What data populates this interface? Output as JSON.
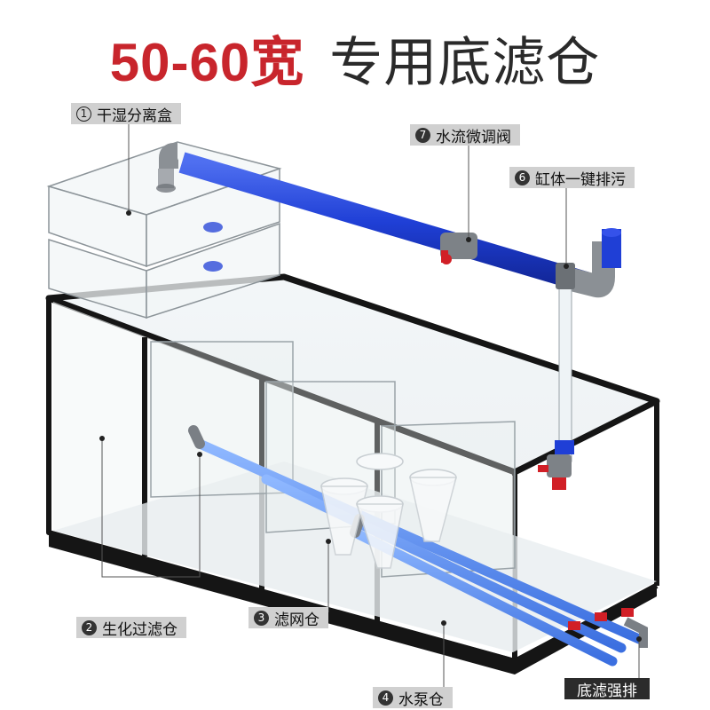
{
  "title": {
    "size": "50-60宽",
    "text": "专用底滤仓"
  },
  "labels": {
    "l1": {
      "num": "1",
      "text": "干湿分离盒"
    },
    "l2": {
      "num": "2",
      "text": "生化过滤仓"
    },
    "l3": {
      "num": "3",
      "text": "滤网仓"
    },
    "l4": {
      "num": "4",
      "text": "水泵仓"
    },
    "l6": {
      "num": "6",
      "text": "缸体一键排污"
    },
    "l7": {
      "num": "7",
      "text": "水流微调阀"
    },
    "drain": {
      "text": "底滤强排"
    }
  },
  "colors": {
    "accent": "#c8252c",
    "pipe": "#1f3fd6",
    "frame": "#151515",
    "valve": "#d11f26"
  }
}
